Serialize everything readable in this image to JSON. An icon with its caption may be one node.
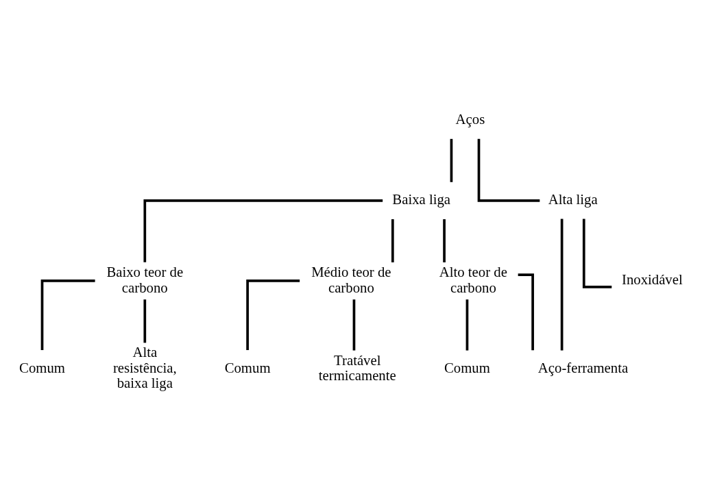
{
  "diagram": {
    "nodes": [
      {
        "text": [
          "Aços"
        ]
      },
      {
        "text": [
          "Baixa liga"
        ]
      },
      {
        "text": [
          "Alta liga"
        ]
      },
      {
        "text": [
          "Baixo teor de carbono"
        ]
      },
      {
        "text": [
          "Médio teor de carbono"
        ]
      },
      {
        "text": [
          "Alto teor de carbono"
        ]
      },
      {
        "text": [
          "Comum"
        ]
      },
      {
        "text": [
          "Alta resistência, baixa liga"
        ]
      },
      {
        "text": [
          "Comum"
        ]
      },
      {
        "text": [
          "Tratável termicamente"
        ]
      },
      {
        "text": [
          "Comum"
        ]
      },
      {
        "text": [
          "Aço-ferramenta"
        ]
      },
      {
        "text": [
          "Inoxidável"
        ]
      }
    ],
    "edges": [
      {
        "from": 0,
        "to": 1,
        "arrow": "none"
      },
      {
        "from": 0,
        "to": 2,
        "arrow": "none"
      },
      {
        "from": 1,
        "to": 3,
        "arrow": "none"
      },
      {
        "from": 1,
        "to": 4,
        "arrow": "none"
      },
      {
        "from": 1,
        "to": 5,
        "arrow": "none"
      },
      {
        "from": 3,
        "to": 6,
        "arrow": "none"
      },
      {
        "from": 3,
        "to": 7,
        "arrow": "none"
      },
      {
        "from": 4,
        "to": 8,
        "arrow": "none"
      },
      {
        "from": 4,
        "to": 9,
        "arrow": "none"
      },
      {
        "from": 5,
        "to": 10,
        "arrow": "none"
      },
      {
        "from": 5,
        "to": 11,
        "arrow": "none"
      },
      {
        "from": 2,
        "to": 11,
        "arrow": "none"
      },
      {
        "from": 2,
        "to": 12,
        "arrow": "none"
      }
    ]
  }
}
